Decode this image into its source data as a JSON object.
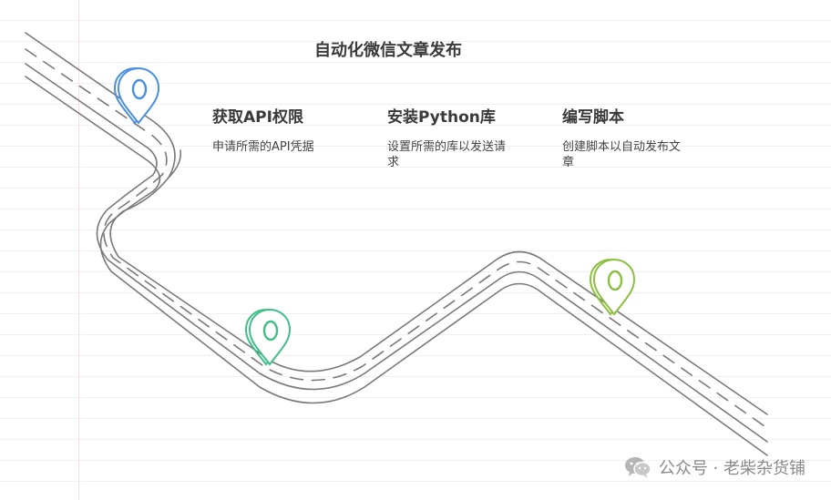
{
  "title": "自动化微信文章发布",
  "steps": [
    {
      "title": "获取API权限",
      "description": "申请所需的API凭据",
      "pin_color": "#4a8fe0"
    },
    {
      "title": "安装Python库",
      "description": "设置所需的库以发送请求",
      "pin_color": "#3fbf86"
    },
    {
      "title": "编写脚本",
      "description": "创建脚本以自动发布文章",
      "pin_color": "#8cbf3f"
    }
  ],
  "watermark": {
    "text": "公众号 · 老柴杂货铺",
    "icon": "wechat-icon"
  },
  "colors": {
    "road": "#7a7a7a",
    "text": "#3a3a3a"
  }
}
